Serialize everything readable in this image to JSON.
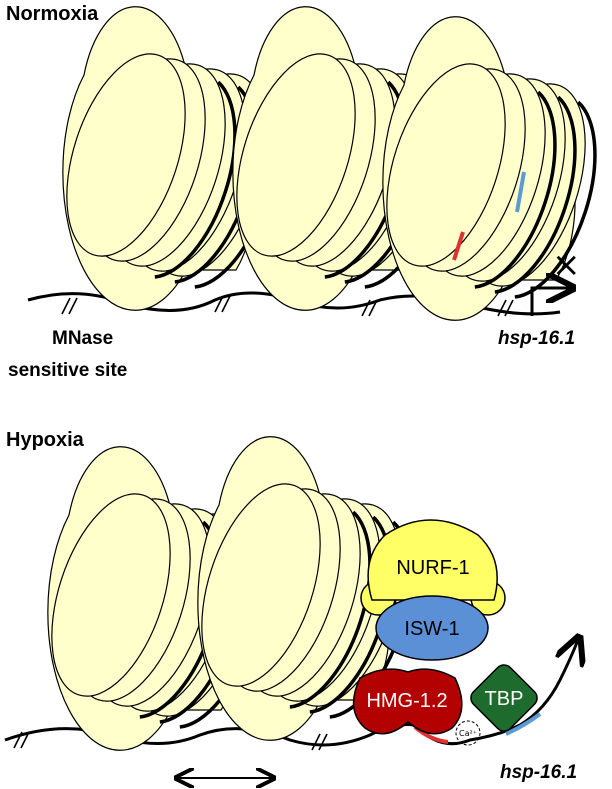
{
  "panels": {
    "normoxia": {
      "title": "Normoxia",
      "mnase_label_line1": "MNase",
      "mnase_label_line2": "sensitive site",
      "gene_label": "hsp-16.1",
      "blocked_mark": "×"
    },
    "hypoxia": {
      "title": "Hypoxia",
      "gene_label": "hsp-16.1",
      "proteins": {
        "nurf": "NURF-1",
        "isw": "ISW-1",
        "hmg": "HMG-1.2",
        "tbp": "TBP",
        "calcium": "Ca²⁺"
      }
    }
  },
  "colors": {
    "nucleosome_fill": "#FFFFCC",
    "nurf_fill": "#FFFF66",
    "isw_fill": "#5B8FD6",
    "hmg_fill": "#B30000",
    "tbp_fill": "#1E6B2E",
    "red_dna": "#E03030",
    "blue_dna": "#5B9BD5"
  }
}
